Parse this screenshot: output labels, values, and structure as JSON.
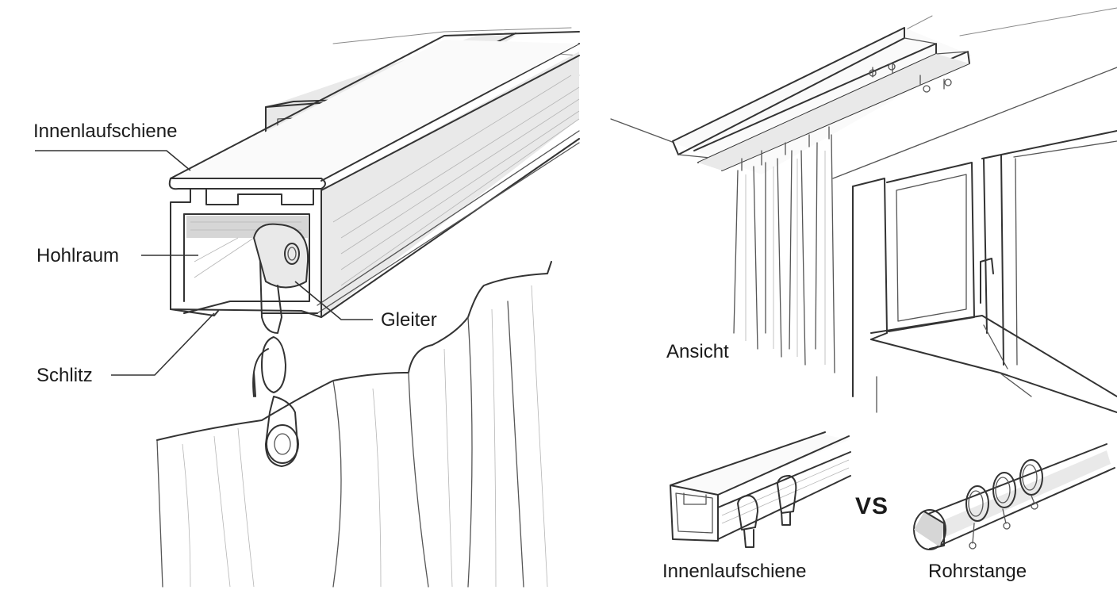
{
  "labels": {
    "inner_rail_top": "Innenlaufschiene",
    "cavity": "Hohlraum",
    "slot": "Schlitz",
    "glider": "Gleiter",
    "view": "Ansicht",
    "inner_rail_bottom": "Innenlaufschiene",
    "tube_rod": "Rohrstange",
    "versus": "VS"
  },
  "colors": {
    "ink": "#333333",
    "background": "#ffffff"
  }
}
